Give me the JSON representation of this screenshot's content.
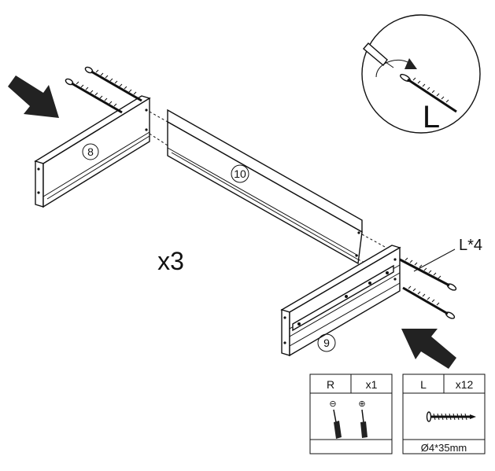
{
  "parts": {
    "panel_8": "8",
    "panel_10": "10",
    "panel_9": "9"
  },
  "multiplier": "x3",
  "screw_callout": "L*4",
  "detail": {
    "screw_label": "L"
  },
  "tool_box": {
    "code": "R",
    "qty": "x1",
    "flat_symbol": "⊖",
    "cross_symbol": "⊕"
  },
  "screw_box": {
    "code": "L",
    "qty": "x12",
    "size": "Ø4*35mm"
  }
}
